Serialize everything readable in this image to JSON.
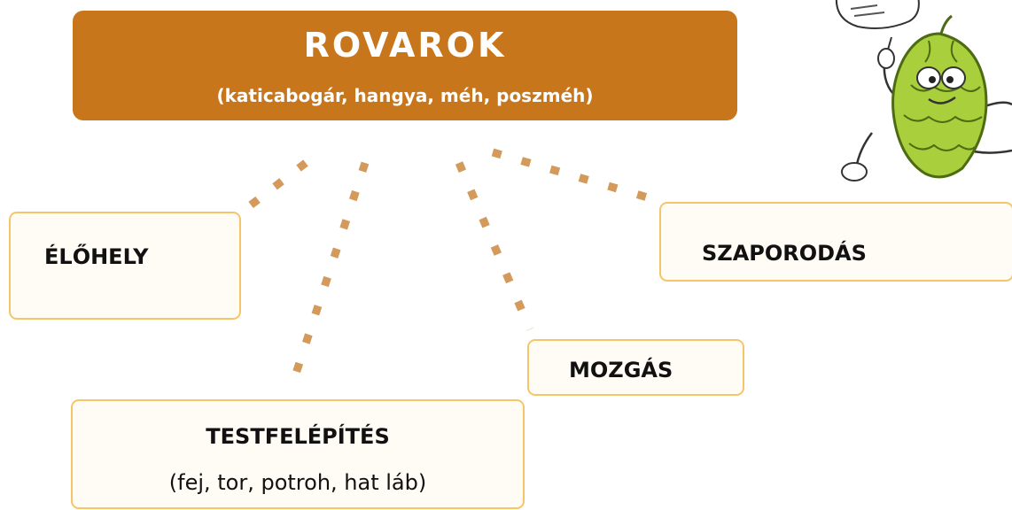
{
  "title": {
    "main": "ROVAROK",
    "subtitle": "(katicabogár, hangya, méh, poszméh)"
  },
  "nodes": {
    "elohely": {
      "label": "ÉLŐHELY"
    },
    "szaporodas": {
      "label": "SZAPORODÁS"
    },
    "mozgas": {
      "label": "MOZGÁS"
    },
    "testfelepites": {
      "label": "TESTFELÉPÍTÉS",
      "description": "(fej, tor, potroh, hat láb)"
    }
  },
  "mascot": {
    "icon": "hop-cone-character-icon"
  },
  "colors": {
    "title_fill": "#c8761c",
    "node_border": "#f6c56a",
    "connector": "#d39a5b",
    "mascot_green": "#a9cf3c"
  }
}
